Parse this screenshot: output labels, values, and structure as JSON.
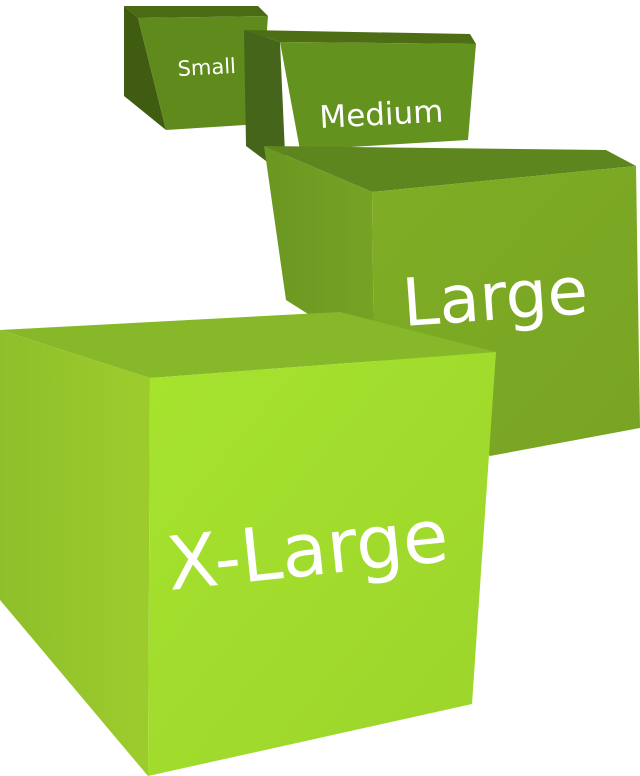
{
  "cubes": [
    {
      "id": "small",
      "label": "Small",
      "colors": {
        "top": "#4a6a14",
        "left": "#3f5c10",
        "front": "#5f8a1c"
      }
    },
    {
      "id": "medium",
      "label": "Medium",
      "colors": {
        "top": "#4d6e15",
        "left": "#45651a",
        "front": "#64921f"
      }
    },
    {
      "id": "large",
      "label": "Large",
      "colors": {
        "top": "#5e861f",
        "left": "#6e9a22",
        "front": "#80ad25"
      }
    },
    {
      "id": "x-large",
      "label": "X-Large",
      "colors": {
        "top": "#86b82a",
        "left": "#95c52c",
        "front": "#a4e02c"
      }
    }
  ]
}
